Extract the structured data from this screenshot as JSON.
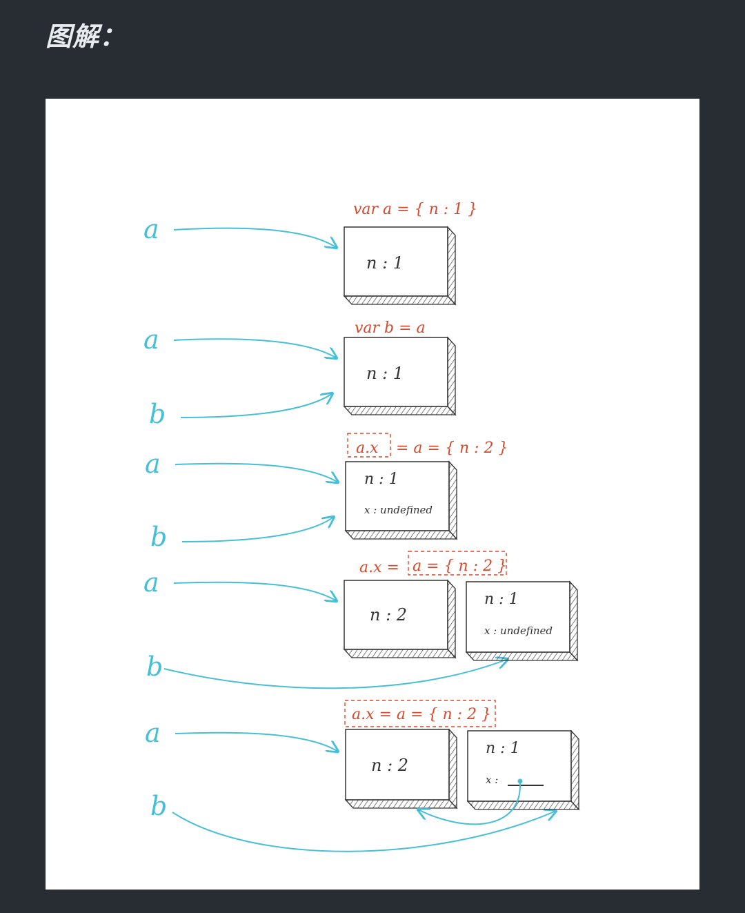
{
  "heading": "图解：",
  "colors": {
    "variable": "#46bfd6",
    "code": "#d8492b",
    "box": "#333333",
    "background": "#282c33"
  },
  "stages": [
    {
      "code": "var a = { n : 1 }",
      "variables": [
        "a"
      ],
      "boxes": [
        {
          "fields": [
            "n : 1"
          ]
        }
      ]
    },
    {
      "code": "var b = a",
      "variables": [
        "a",
        "b"
      ],
      "boxes": [
        {
          "fields": [
            "n : 1"
          ]
        }
      ]
    },
    {
      "code_highlight": "a.x",
      "code_rest": "= a = { n : 2 }",
      "variables": [
        "a",
        "b"
      ],
      "boxes": [
        {
          "fields": [
            "n : 1",
            "x : undefined"
          ]
        }
      ]
    },
    {
      "code_prefix": "a.x =",
      "code_highlight": "a = { n : 2 }",
      "variables": [
        "a",
        "b"
      ],
      "boxes": [
        {
          "fields": [
            "n : 2"
          ]
        },
        {
          "fields": [
            "n : 1",
            "x : undefined"
          ]
        }
      ]
    },
    {
      "code_highlight": "a.x = a = { n : 2 }",
      "variables": [
        "a",
        "b"
      ],
      "boxes": [
        {
          "fields": [
            "n : 2"
          ]
        },
        {
          "fields": [
            "n : 1",
            "x :"
          ]
        }
      ]
    }
  ]
}
